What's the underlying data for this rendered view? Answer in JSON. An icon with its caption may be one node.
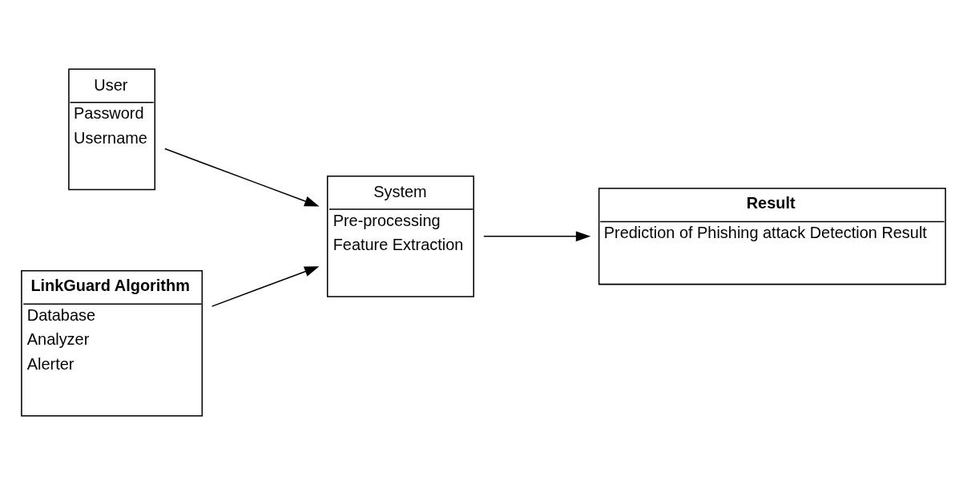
{
  "diagram": {
    "nodes": [
      {
        "text": [
          "User",
          "Password",
          "Username"
        ]
      },
      {
        "text": [
          "LinkGuard Algorithm",
          "Database",
          "Analyzer",
          "Alerter"
        ]
      },
      {
        "text": [
          "System",
          "Pre-processing",
          "Feature Extraction"
        ]
      },
      {
        "text": [
          "Result",
          "Prediction of Phishing attack Detection Result"
        ]
      }
    ],
    "edges": [
      {
        "from": 0,
        "to": 2,
        "arrow": "to"
      },
      {
        "from": 1,
        "to": 2,
        "arrow": "to"
      },
      {
        "from": 2,
        "to": 3,
        "arrow": "to"
      }
    ]
  }
}
